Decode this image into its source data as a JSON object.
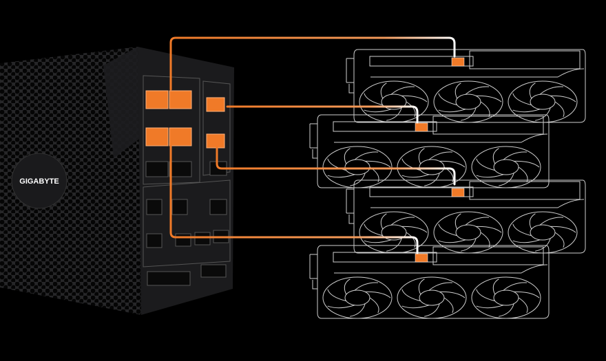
{
  "psu": {
    "brand_logo": "GIGABYTE",
    "body_color": "#1c1c1e",
    "highlight_color": "#f07a28"
  },
  "gpus": {
    "count": 4,
    "fans_per_card": 3,
    "outline_color": "#d0d0d0"
  },
  "cables": {
    "count": 4,
    "color": "#f07a28",
    "end_color": "#ffffff"
  }
}
